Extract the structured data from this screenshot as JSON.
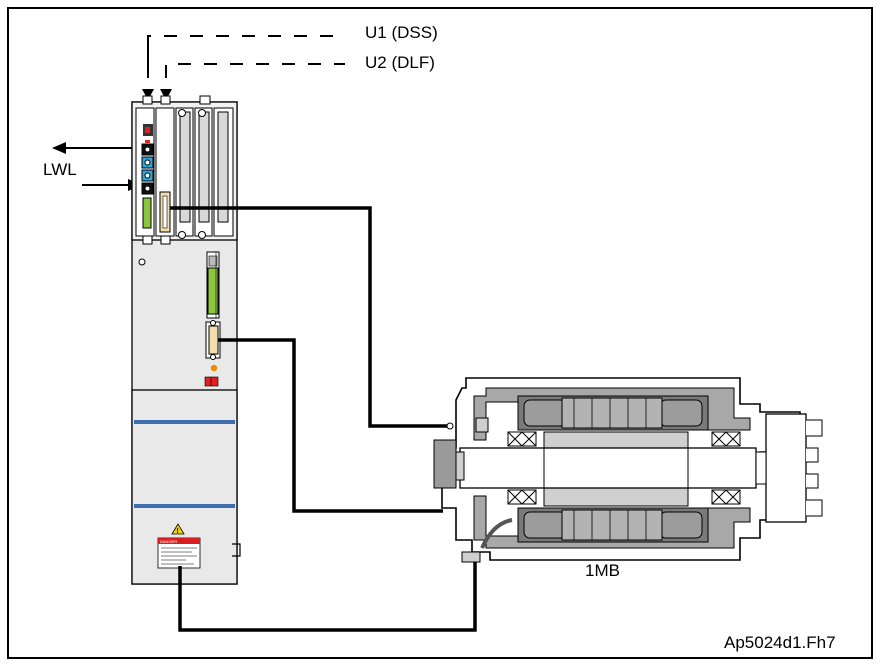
{
  "labels": {
    "u1": "U1 (DSS)",
    "u2": "U2 (DLF)",
    "lwl": "LWL",
    "motor": "1MB",
    "figure_id": "Ap5024d1.Fh7"
  },
  "warning_label": {
    "heading": "DANGER"
  },
  "colors": {
    "drive_body": "#e8e8e8",
    "stripe_blue": "#3d6fae",
    "green_connector": "#8cc63f",
    "tan_connector": "#f3dfae",
    "cyan_port": "#2aa8d8",
    "red_led": "#e0201c",
    "orange_led": "#f08c00",
    "warning_red": "#d81e1e",
    "motor_gray": "#9a9a9a"
  }
}
